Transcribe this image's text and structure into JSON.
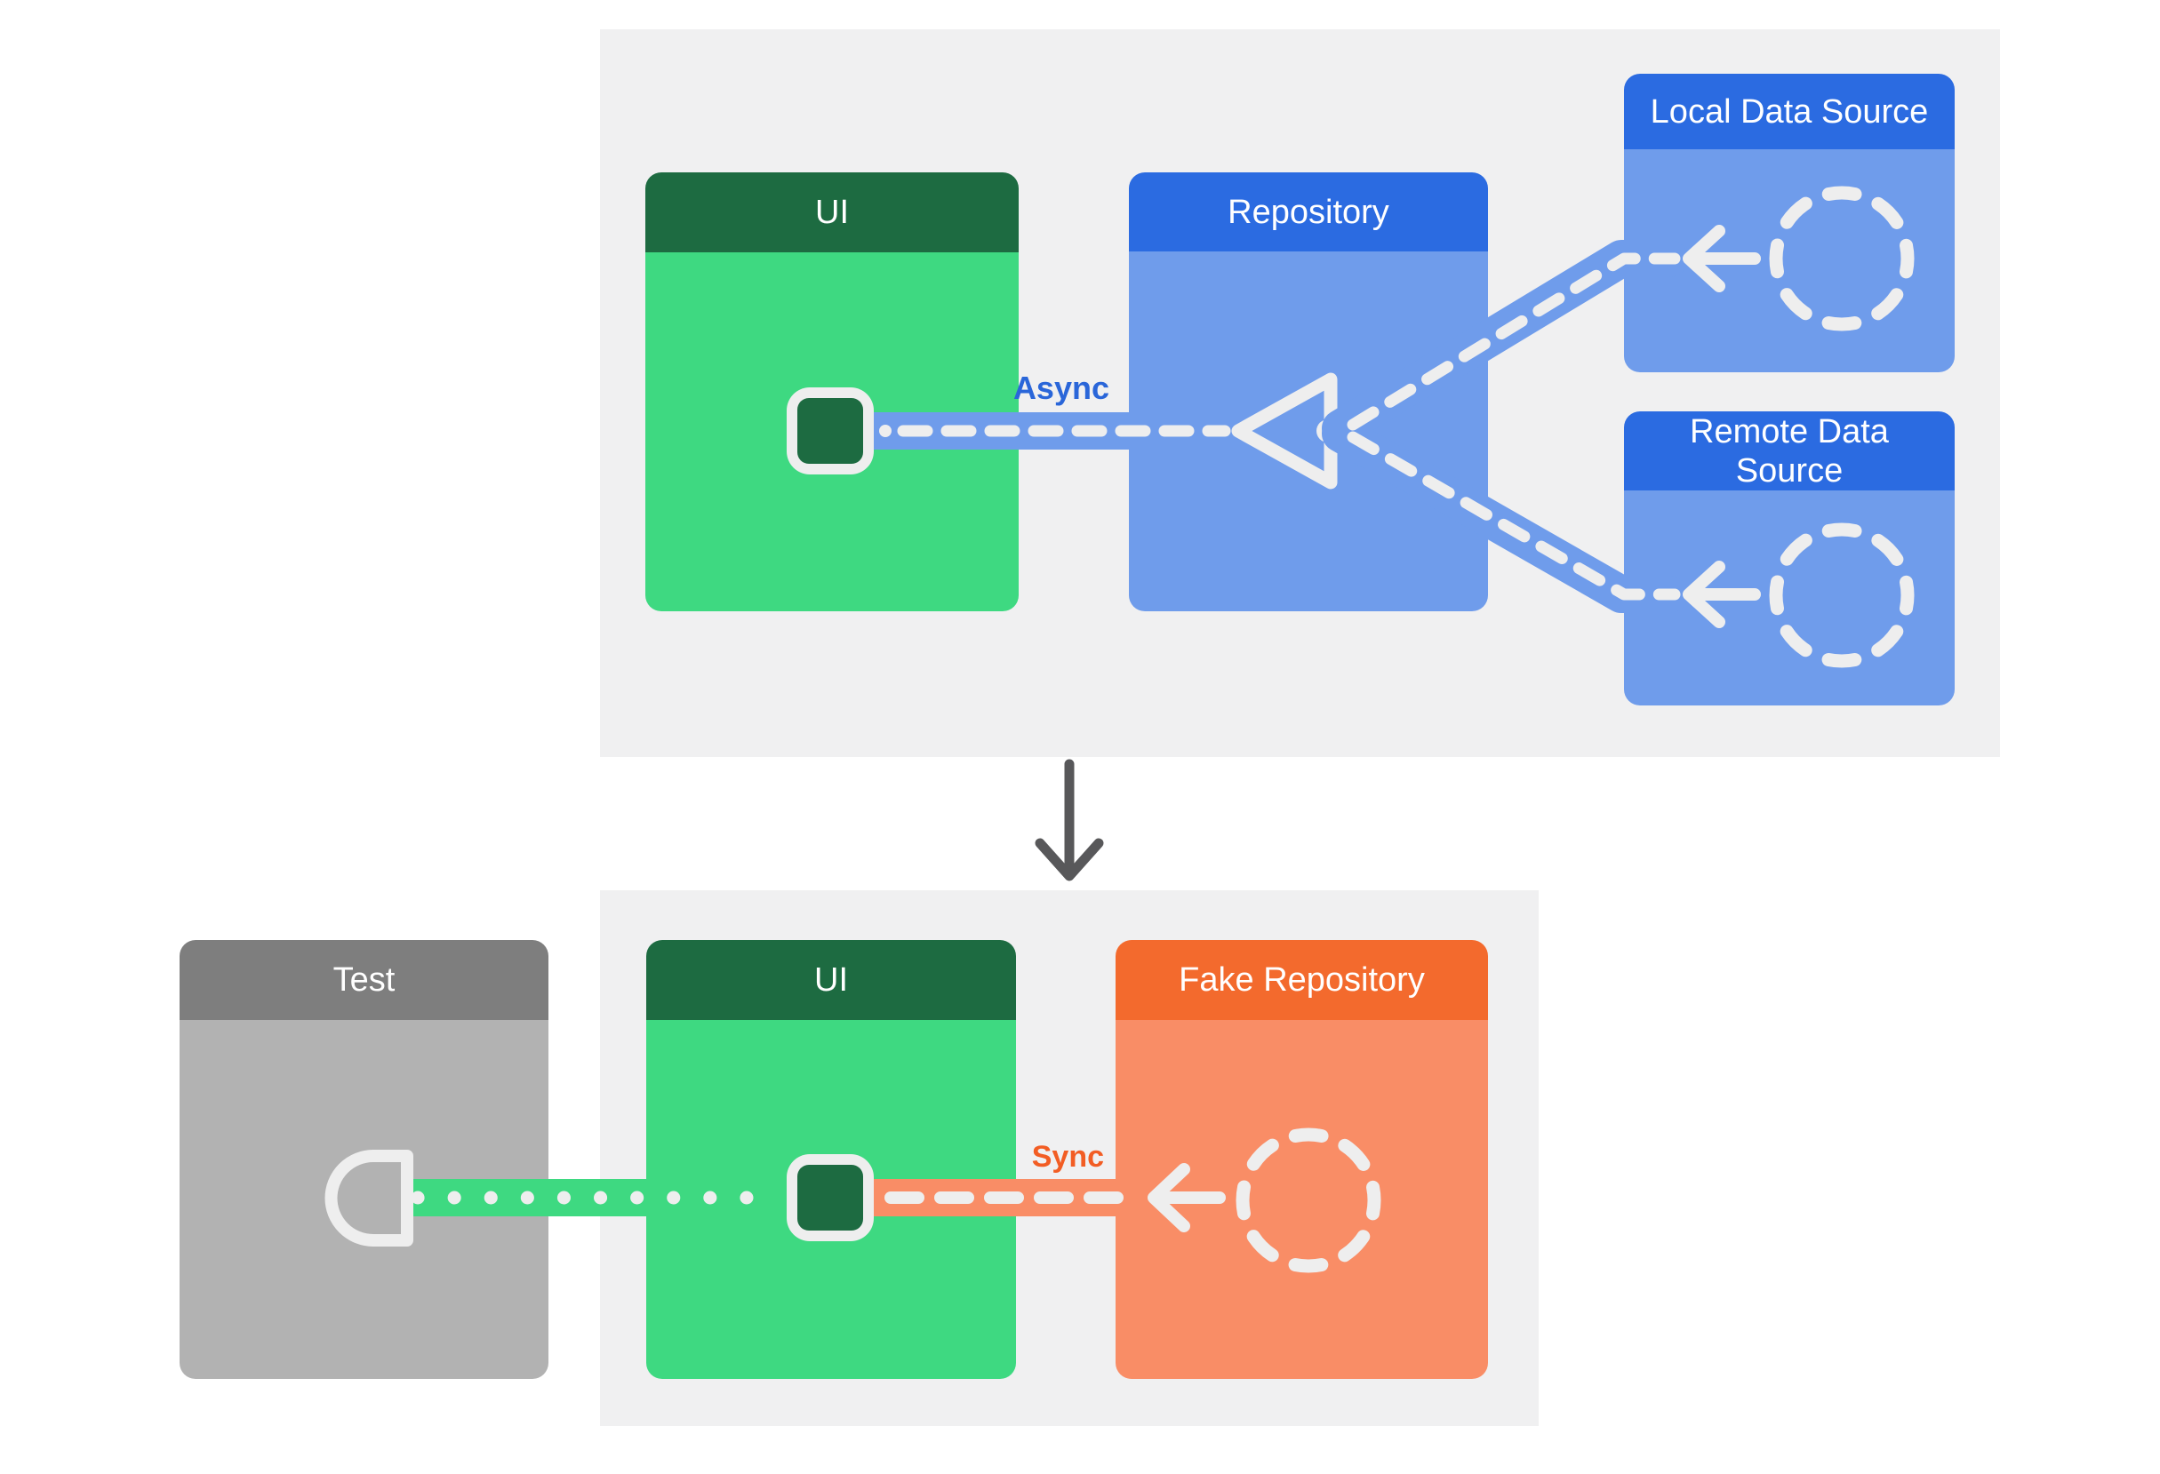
{
  "colors": {
    "page_bg": "#ffffff",
    "panel_bg": "#f0f0f1",
    "green_dark": "#1d6b41",
    "green_body": "#3ed981",
    "blue_header": "#2b6be1",
    "blue_body": "#6f9ceb",
    "async_text": "#2a66d9",
    "gray_header": "#7e7e7e",
    "gray_body": "#b2b2b2",
    "orange_header": "#f36a2d",
    "orange_body": "#f98d66",
    "sync_text": "#f25d24",
    "stroke_white": "#eeeeee",
    "arrow_gray": "#58585a"
  },
  "top_diagram": {
    "ui": {
      "title": "UI"
    },
    "repository": {
      "title": "Repository"
    },
    "local_data_source": {
      "title": "Local Data Source"
    },
    "remote_data_source": {
      "title": "Remote Data Source"
    },
    "async_label": "Async"
  },
  "bottom_diagram": {
    "test": {
      "title": "Test"
    },
    "ui": {
      "title": "UI"
    },
    "fake_repository": {
      "title": "Fake Repository"
    },
    "sync_label": "Sync"
  },
  "icons": {
    "ui_plug": "plug-square",
    "consumer_triangle": "open-triangle-left",
    "data_source_circle": "dashed-circle",
    "flow_arrow": "arrow-left",
    "transition_arrow": "arrow-down",
    "test_socket": "socket-half-circle"
  }
}
